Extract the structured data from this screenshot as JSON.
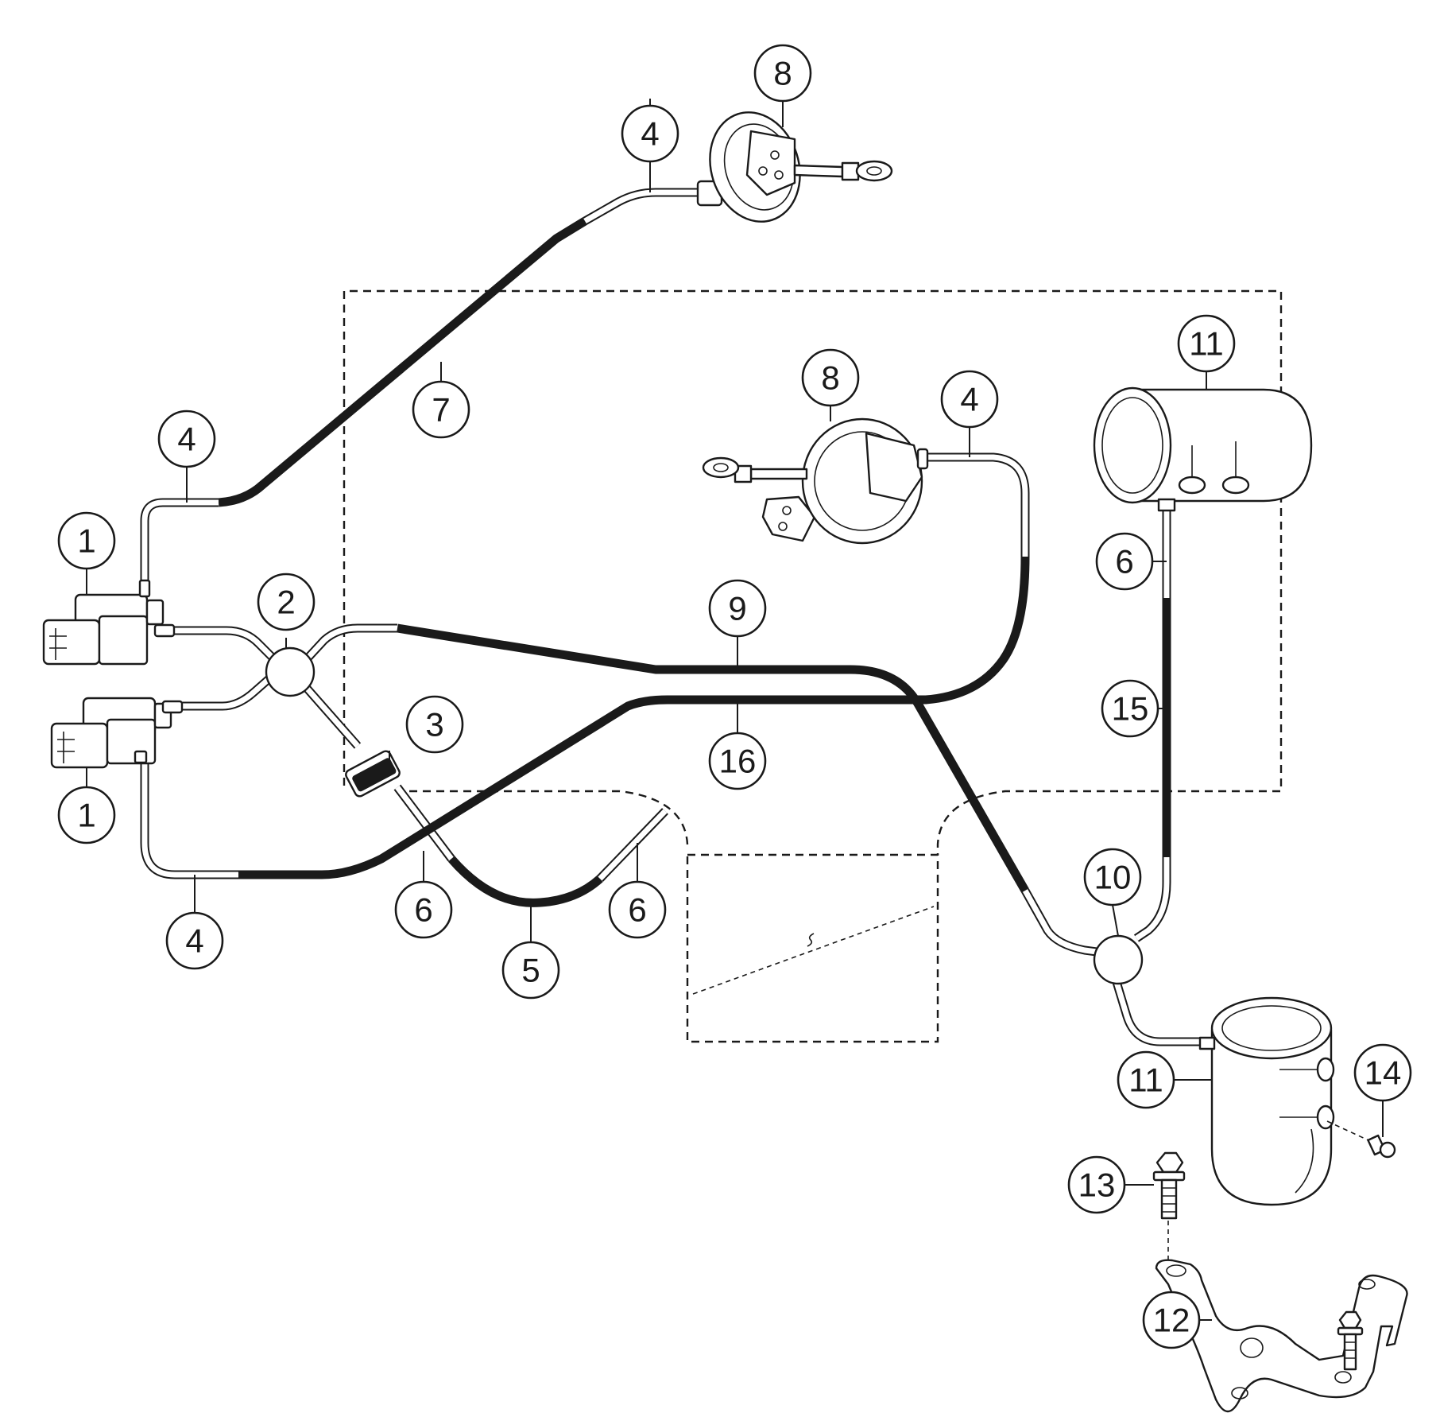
{
  "diagram": {
    "type": "exploded-parts-diagram",
    "line_color": "#1a1a1a",
    "background": "#ffffff",
    "callouts": [
      {
        "id": "c1a",
        "label": "1",
        "part": "solenoid-valve"
      },
      {
        "id": "c1b",
        "label": "1",
        "part": "solenoid-valve"
      },
      {
        "id": "c2",
        "label": "2",
        "part": "y-connector"
      },
      {
        "id": "c3",
        "label": "3",
        "part": "inline-filter"
      },
      {
        "id": "c4a",
        "label": "4",
        "part": "hose"
      },
      {
        "id": "c4b",
        "label": "4",
        "part": "hose"
      },
      {
        "id": "c4c",
        "label": "4",
        "part": "hose"
      },
      {
        "id": "c4d",
        "label": "4",
        "part": "hose"
      },
      {
        "id": "c5",
        "label": "5",
        "part": "hose"
      },
      {
        "id": "c6a",
        "label": "6",
        "part": "hose"
      },
      {
        "id": "c6b",
        "label": "6",
        "part": "hose"
      },
      {
        "id": "c6c",
        "label": "6",
        "part": "hose"
      },
      {
        "id": "c7",
        "label": "7",
        "part": "hose"
      },
      {
        "id": "c8a",
        "label": "8",
        "part": "vacuum-actuator"
      },
      {
        "id": "c8b",
        "label": "8",
        "part": "vacuum-actuator"
      },
      {
        "id": "c9",
        "label": "9",
        "part": "hose"
      },
      {
        "id": "c10",
        "label": "10",
        "part": "t-connector"
      },
      {
        "id": "c11a",
        "label": "11",
        "part": "vacuum-reservoir"
      },
      {
        "id": "c11b",
        "label": "11",
        "part": "vacuum-reservoir"
      },
      {
        "id": "c12",
        "label": "12",
        "part": "bracket"
      },
      {
        "id": "c13",
        "label": "13",
        "part": "bolt"
      },
      {
        "id": "c14",
        "label": "14",
        "part": "screw"
      },
      {
        "id": "c15",
        "label": "15",
        "part": "hose"
      },
      {
        "id": "c16",
        "label": "16",
        "part": "hose"
      }
    ]
  }
}
